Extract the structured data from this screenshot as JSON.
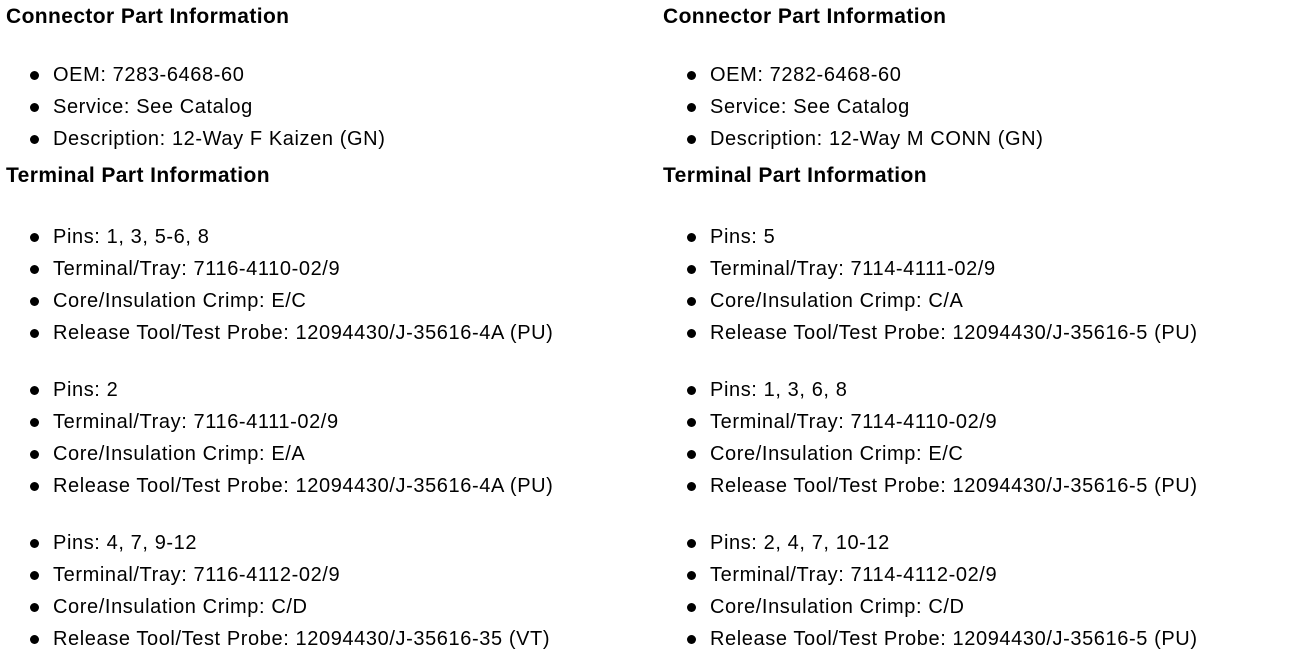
{
  "colors": {
    "text": "#000000",
    "background": "#ffffff"
  },
  "columns": [
    {
      "connector": {
        "heading": "Connector Part Information",
        "items": [
          "OEM: 7283-6468-60",
          "Service: See Catalog",
          "Description: 12-Way F Kaizen (GN)"
        ]
      },
      "terminal": {
        "heading": "Terminal Part Information",
        "groups": [
          [
            "Pins: 1, 3, 5-6, 8",
            "Terminal/Tray: 7116-4110-02/9",
            "Core/Insulation Crimp: E/C",
            "Release Tool/Test Probe: 12094430/J-35616-4A (PU)"
          ],
          [
            "Pins: 2",
            "Terminal/Tray: 7116-4111-02/9",
            "Core/Insulation Crimp: E/A",
            "Release Tool/Test Probe: 12094430/J-35616-4A (PU)"
          ],
          [
            "Pins: 4, 7, 9-12",
            "Terminal/Tray: 7116-4112-02/9",
            "Core/Insulation Crimp: C/D",
            "Release Tool/Test Probe: 12094430/J-35616-35 (VT)"
          ]
        ]
      }
    },
    {
      "connector": {
        "heading": "Connector Part Information",
        "items": [
          "OEM: 7282-6468-60",
          "Service: See Catalog",
          "Description: 12-Way M CONN (GN)"
        ]
      },
      "terminal": {
        "heading": "Terminal Part Information",
        "groups": [
          [
            "Pins: 5",
            "Terminal/Tray: 7114-4111-02/9",
            "Core/Insulation Crimp: C/A",
            "Release Tool/Test Probe: 12094430/J-35616-5 (PU)"
          ],
          [
            "Pins: 1, 3, 6, 8",
            "Terminal/Tray: 7114-4110-02/9",
            "Core/Insulation Crimp: E/C",
            "Release Tool/Test Probe: 12094430/J-35616-5 (PU)"
          ],
          [
            "Pins: 2, 4, 7, 10-12",
            "Terminal/Tray: 7114-4112-02/9",
            "Core/Insulation Crimp: C/D",
            "Release Tool/Test Probe: 12094430/J-35616-5 (PU)"
          ]
        ]
      }
    }
  ]
}
